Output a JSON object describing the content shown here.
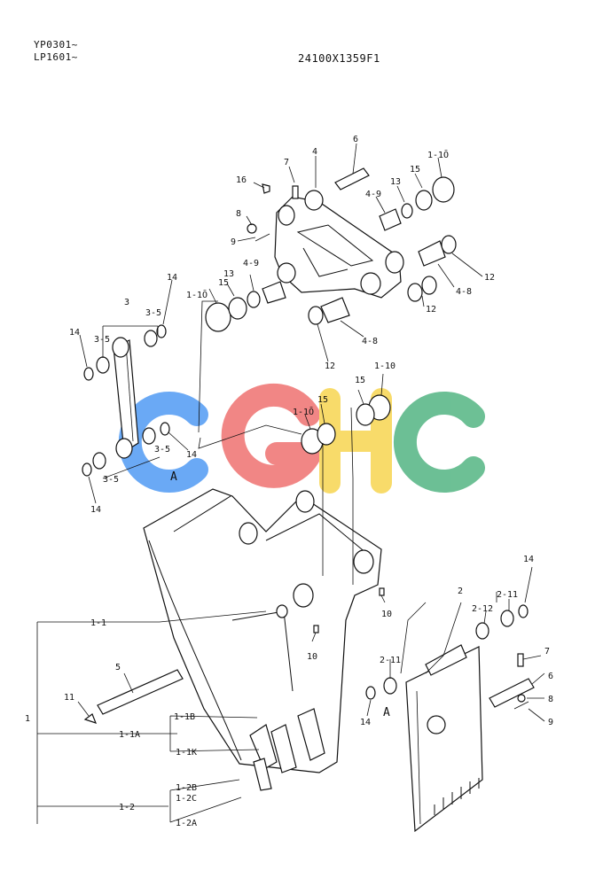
{
  "header": {
    "serial_line_1": "YP0301~",
    "serial_line_2": "LP1601~",
    "drawing_number": "24100X1359F1"
  },
  "watermark": {
    "letters": [
      "C",
      "G",
      "H",
      "C"
    ],
    "colors": [
      "#5aa0f5",
      "#f07a78",
      "#f8d85a",
      "#5db98a"
    ]
  },
  "callouts": {
    "c1": "1",
    "c1_1": "1-1",
    "c1_1a": "1-1A",
    "c1_1b": "1-1B",
    "c1_1k": "1-1K",
    "c1_2": "1-2",
    "c1_2a": "1-2A",
    "c1_2b": "1-2B",
    "c1_2c": "1-2C",
    "c1_10a": "1-1Ō",
    "c1_10b": "1-1Ō",
    "c1_10c": "1-1Ō",
    "c1_10d": "1-10",
    "c2": "2",
    "c2_11a": "2-11",
    "c2_11b": "2-11",
    "c2_12": "2-12",
    "c3": "3",
    "c3_5a": "3-5",
    "c3_5b": "3-5",
    "c3_5c": "3-5",
    "c3_5d": "3-5",
    "c4": "4",
    "c4_8a": "4-8",
    "c4_8b": "4-8",
    "c4_9a": "4-9",
    "c4_9b": "4-9",
    "c5": "5",
    "c6a": "6",
    "c6b": "6",
    "c7a": "7",
    "c7b": "7",
    "c8a": "8",
    "c8b": "8",
    "c9a": "9",
    "c9b": "9",
    "c10a": "10",
    "c10b": "10",
    "c11": "11",
    "c12a": "12",
    "c12b": "12",
    "c12c": "12",
    "c13a": "13",
    "c13b": "13",
    "c14a": "14",
    "c14b": "14",
    "c14c": "14",
    "c14d": "14",
    "c14e": "14",
    "c14f": "14",
    "c15a": "15",
    "c15b": "15",
    "c15c": "15",
    "c15d": "15",
    "c16": "16",
    "view_a1": "A",
    "view_a2": "A"
  }
}
